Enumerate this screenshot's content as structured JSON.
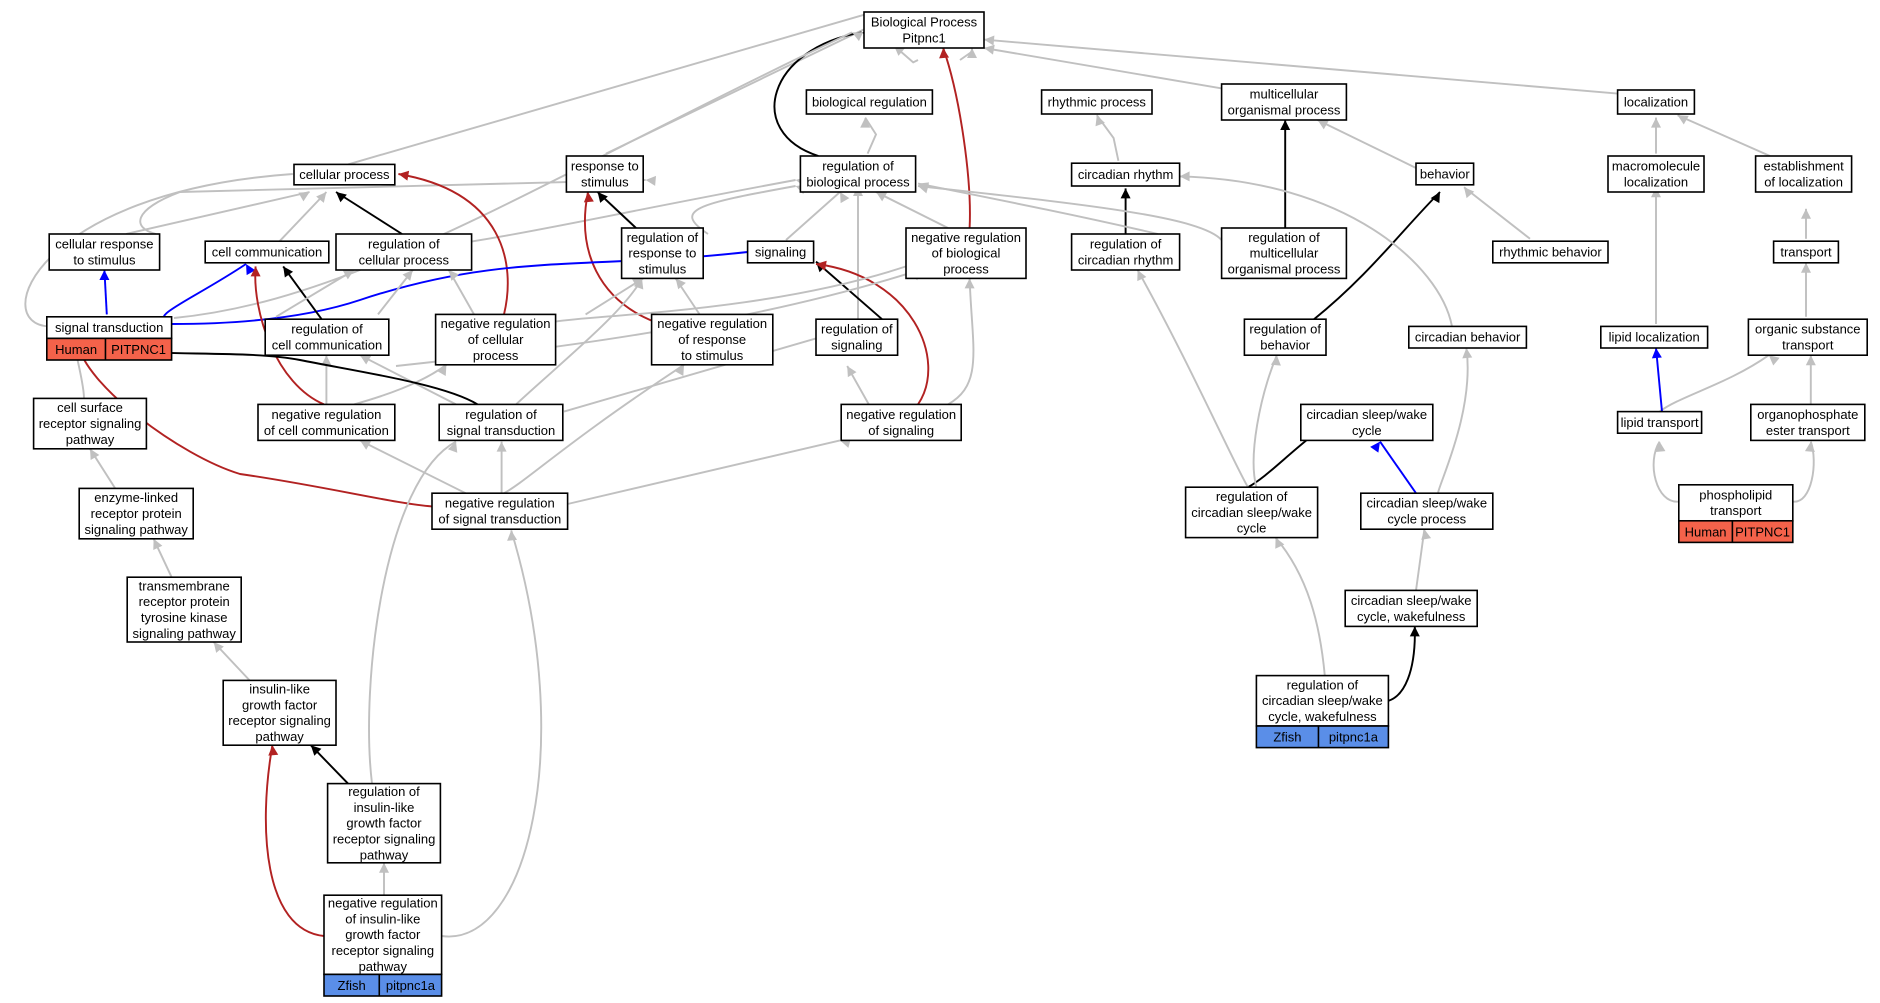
{
  "colors": {
    "black": "#000000",
    "red": "#b22222",
    "blue": "#0000ff",
    "gray": "#c0c0c0",
    "human": "#f4624a",
    "zfish": "#5a8ee8"
  },
  "nodes": [
    {
      "id": "root",
      "lines": [
        "Biological Process",
        "Pitpnc1"
      ]
    },
    {
      "id": "bioreg",
      "lines": [
        "biological regulation"
      ]
    },
    {
      "id": "rhythmic",
      "lines": [
        "rhythmic process"
      ]
    },
    {
      "id": "multiorg",
      "lines": [
        "multicellular",
        "organismal process"
      ]
    },
    {
      "id": "localization",
      "lines": [
        "localization"
      ]
    },
    {
      "id": "cellproc",
      "lines": [
        "cellular process"
      ]
    },
    {
      "id": "respstim",
      "lines": [
        "response to",
        "stimulus"
      ]
    },
    {
      "id": "regbio",
      "lines": [
        "regulation of",
        "biological process"
      ]
    },
    {
      "id": "circrhythm",
      "lines": [
        "circadian rhythm"
      ]
    },
    {
      "id": "behavior",
      "lines": [
        "behavior"
      ]
    },
    {
      "id": "macroloc",
      "lines": [
        "macromolecule",
        "localization"
      ]
    },
    {
      "id": "estloc",
      "lines": [
        "establishment",
        "of localization"
      ]
    },
    {
      "id": "cellresp",
      "lines": [
        "cellular response",
        "to stimulus"
      ]
    },
    {
      "id": "cellcomm",
      "lines": [
        "cell communication"
      ]
    },
    {
      "id": "regcellproc",
      "lines": [
        "regulation of",
        "cellular process"
      ]
    },
    {
      "id": "regresp",
      "lines": [
        "regulation of",
        "response to",
        "stimulus"
      ]
    },
    {
      "id": "signaling",
      "lines": [
        "signaling"
      ]
    },
    {
      "id": "negregbio",
      "lines": [
        "negative regulation",
        "of biological",
        "process"
      ]
    },
    {
      "id": "regcirc",
      "lines": [
        "regulation of",
        "circadian rhythm"
      ]
    },
    {
      "id": "regmulti",
      "lines": [
        "regulation of",
        "multicellular",
        "organismal process"
      ]
    },
    {
      "id": "rhythbeh",
      "lines": [
        "rhythmic behavior"
      ]
    },
    {
      "id": "transport",
      "lines": [
        "transport"
      ]
    },
    {
      "id": "sigtrans",
      "lines": [
        "signal transduction"
      ],
      "badge": {
        "species": "Human",
        "gene": "PITPNC1"
      }
    },
    {
      "id": "regcellcomm",
      "lines": [
        "regulation of",
        "cell communication"
      ]
    },
    {
      "id": "negregcell",
      "lines": [
        "negative regulation",
        "of cellular",
        "process"
      ]
    },
    {
      "id": "negregresp",
      "lines": [
        "negative regulation",
        "of response",
        "to stimulus"
      ]
    },
    {
      "id": "regsig",
      "lines": [
        "regulation of",
        "signaling"
      ]
    },
    {
      "id": "regbeh",
      "lines": [
        "regulation of",
        "behavior"
      ]
    },
    {
      "id": "circbeh",
      "lines": [
        "circadian behavior"
      ]
    },
    {
      "id": "lipidloc",
      "lines": [
        "lipid localization"
      ]
    },
    {
      "id": "orgsub",
      "lines": [
        "organic substance",
        "transport"
      ]
    },
    {
      "id": "cellsurf",
      "lines": [
        "cell surface",
        "receptor signaling",
        "pathway"
      ]
    },
    {
      "id": "negregcellcomm",
      "lines": [
        "negative regulation",
        "of cell communication"
      ]
    },
    {
      "id": "regsigtrans",
      "lines": [
        "regulation of",
        "signal transduction"
      ]
    },
    {
      "id": "negregsig",
      "lines": [
        "negative regulation",
        "of signaling"
      ]
    },
    {
      "id": "circsleep",
      "lines": [
        "circadian sleep/wake",
        "cycle"
      ]
    },
    {
      "id": "lipidtrans",
      "lines": [
        "lipid transport"
      ]
    },
    {
      "id": "organophos",
      "lines": [
        "organophosphate",
        "ester transport"
      ]
    },
    {
      "id": "enzyme",
      "lines": [
        "enzyme-linked",
        "receptor protein",
        "signaling pathway"
      ]
    },
    {
      "id": "negregsigtrans",
      "lines": [
        "negative regulation",
        "of signal transduction"
      ]
    },
    {
      "id": "regcircsleep",
      "lines": [
        "regulation of",
        "circadian sleep/wake",
        "cycle"
      ]
    },
    {
      "id": "circsleepproc",
      "lines": [
        "circadian sleep/wake",
        "cycle process"
      ]
    },
    {
      "id": "phospho",
      "lines": [
        "phospholipid",
        "transport"
      ],
      "badge": {
        "species": "Human",
        "gene": "PITPNC1"
      }
    },
    {
      "id": "transmem",
      "lines": [
        "transmembrane",
        "receptor protein",
        "tyrosine kinase",
        "signaling pathway"
      ]
    },
    {
      "id": "circwake",
      "lines": [
        "circadian sleep/wake",
        "cycle, wakefulness"
      ]
    },
    {
      "id": "insulin",
      "lines": [
        "insulin-like",
        "growth factor",
        "receptor signaling",
        "pathway"
      ]
    },
    {
      "id": "regcircwake",
      "lines": [
        "regulation of",
        "circadian sleep/wake",
        "cycle, wakefulness"
      ],
      "badge": {
        "species": "Zfish",
        "gene": "pitpnc1a"
      }
    },
    {
      "id": "reginsulin",
      "lines": [
        "regulation of",
        "insulin-like",
        "growth factor",
        "receptor signaling",
        "pathway"
      ]
    },
    {
      "id": "negreginsulin",
      "lines": [
        "negative regulation",
        "of insulin-like",
        "growth factor",
        "receptor signaling",
        "pathway"
      ],
      "badge": {
        "species": "Zfish",
        "gene": "pitpnc1a"
      }
    }
  ]
}
